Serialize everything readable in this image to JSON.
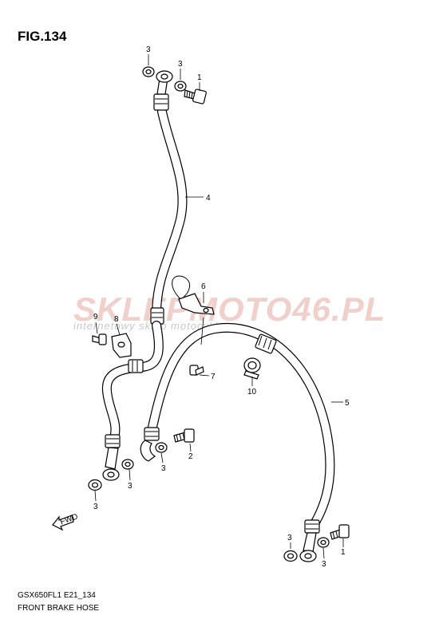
{
  "figure": {
    "title": "FIG.134",
    "code": "GSX650FL1 E21_134",
    "name": "FRONT BRAKE HOSE"
  },
  "watermark": {
    "main": "SKLEPMOTO46.PL",
    "sub": "internetowy sklep motocyklowy"
  },
  "fwd_marker": "FWD",
  "callouts": [
    {
      "id": "c3a",
      "label": "3"
    },
    {
      "id": "c3b",
      "label": "3"
    },
    {
      "id": "c1a",
      "label": "1"
    },
    {
      "id": "c4",
      "label": "4"
    },
    {
      "id": "c6",
      "label": "6"
    },
    {
      "id": "c9",
      "label": "9"
    },
    {
      "id": "c8",
      "label": "8"
    },
    {
      "id": "c7",
      "label": "7"
    },
    {
      "id": "c10",
      "label": "10"
    },
    {
      "id": "c5",
      "label": "5"
    },
    {
      "id": "c2",
      "label": "2"
    },
    {
      "id": "c3c",
      "label": "3"
    },
    {
      "id": "c3d",
      "label": "3"
    },
    {
      "id": "c3e",
      "label": "3"
    },
    {
      "id": "c3f",
      "label": "3"
    },
    {
      "id": "c3g",
      "label": "3"
    },
    {
      "id": "c1b",
      "label": "1"
    }
  ]
}
